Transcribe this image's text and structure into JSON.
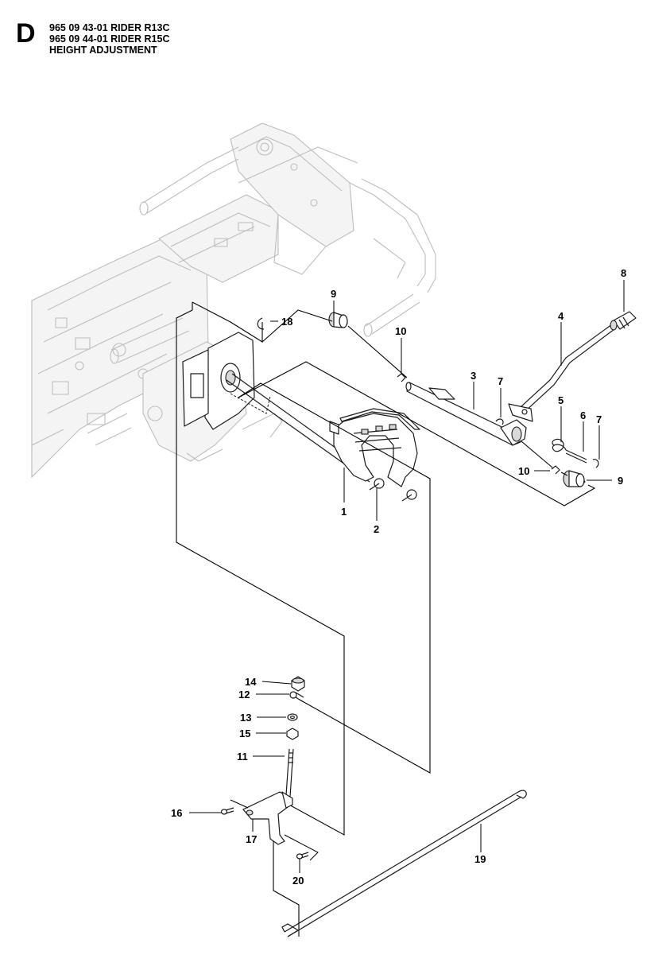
{
  "header": {
    "section": "D",
    "lines": [
      "965 09 43-01 RIDER R13C",
      "965 09 44-01 RIDER R15C",
      "HEIGHT ADJUSTMENT"
    ]
  },
  "callouts": {
    "c1": "1",
    "c2": "2",
    "c3": "3",
    "c4": "4",
    "c5": "5",
    "c6": "6",
    "c7a": "7",
    "c7b": "7",
    "c8": "8",
    "c9a": "9",
    "c9b": "9",
    "c10a": "10",
    "c10b": "10",
    "c11": "11",
    "c12": "12",
    "c13": "13",
    "c14": "14",
    "c15": "15",
    "c16": "16",
    "c17": "17",
    "c18": "18",
    "c19": "19",
    "c20": "20"
  }
}
